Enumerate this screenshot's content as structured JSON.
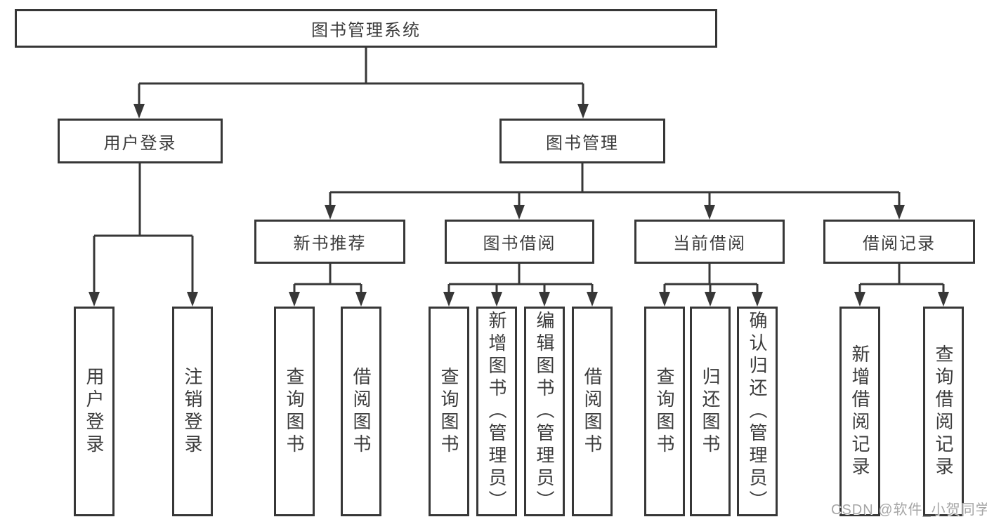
{
  "diagram": {
    "root": "图书管理系统",
    "branches": [
      {
        "label": "用户登录",
        "leaves": [
          "用户登录",
          "注销登录"
        ]
      },
      {
        "label": "图书管理",
        "groups": [
          {
            "label": "新书推荐",
            "leaves": [
              "查询图书",
              "借阅图书"
            ]
          },
          {
            "label": "图书借阅",
            "leaves": [
              "查询图书",
              "新增图书（管理员）",
              "编辑图书（管理员）",
              "借阅图书"
            ]
          },
          {
            "label": "当前借阅",
            "leaves": [
              "查询图书",
              "归还图书",
              "确认归还（管理员）"
            ]
          },
          {
            "label": "借阅记录",
            "leaves": [
              "新增借阅记录",
              "查询借阅记录"
            ]
          }
        ]
      }
    ]
  },
  "watermark": "CSDN @软件_小贺同学",
  "colors": {
    "line": "#373737",
    "box_border": "#373737",
    "text": "#3c3c3c",
    "background": "#ffffff",
    "watermark": "#a6a6a6"
  }
}
